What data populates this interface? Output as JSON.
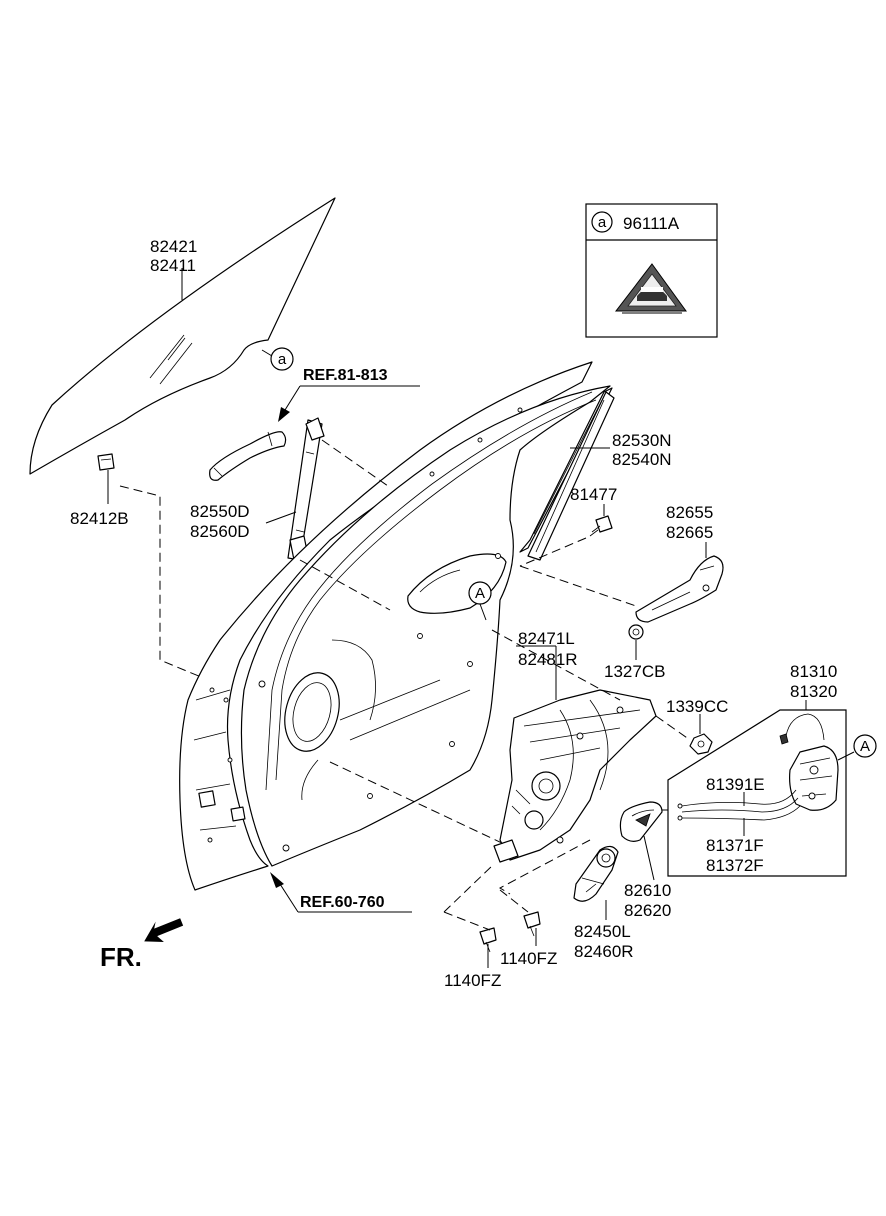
{
  "labels": {
    "glass": [
      "82421",
      "82411"
    ],
    "glass_clip": "82412B",
    "channel": [
      "82550D",
      "82560D"
    ],
    "run_channel": [
      "82530N",
      "82540N"
    ],
    "bolt_81477": "81477",
    "ext_handle_frame": [
      "82655",
      "82665"
    ],
    "nut_1327": "1327CB",
    "regulator": [
      "82471L",
      "82481R"
    ],
    "nut_1339": "1339CC",
    "latch": [
      "81310",
      "81320"
    ],
    "cable_e": "81391E",
    "cable_f": [
      "81371F",
      "81372F"
    ],
    "inside_handle": [
      "82610",
      "82620"
    ],
    "motor": [
      "82450L",
      "82460R"
    ],
    "bolt_1140_a": "1140FZ",
    "bolt_1140_b": "1140FZ"
  },
  "refs": {
    "ref_upper": "REF.81-813",
    "ref_lower": "REF.60-760"
  },
  "markers": {
    "circle_a_lower": "a",
    "circle_A_upper": "A",
    "circle_A_right": "A",
    "inset_letter": "a"
  },
  "inset": {
    "part_no": "96111A"
  },
  "direction": {
    "label": "FR."
  }
}
